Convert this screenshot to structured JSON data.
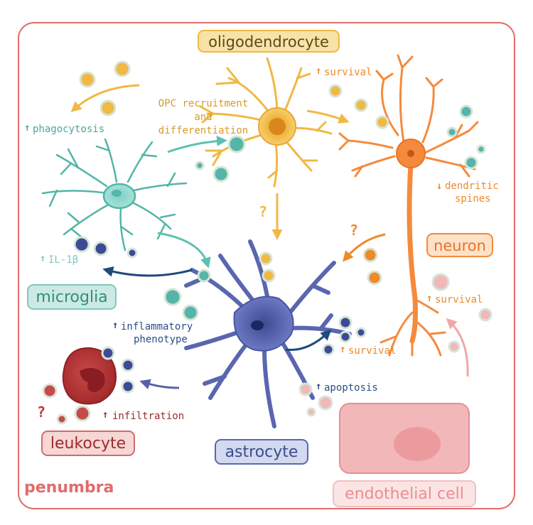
{
  "colors": {
    "border": "#e06c6c",
    "oligodendrocyte": "#f1b843",
    "neuron": "#f58a3c",
    "microglia": "#54b5a8",
    "astrocyte": "#5a66b0",
    "leukocyte": "#b93a3a",
    "endothelial": "#e58f94",
    "penumbra": "#e06c6c"
  },
  "labels": {
    "oligodendrocyte": "oligodendrocyte",
    "neuron": "neuron",
    "microglia": "microglia",
    "astrocyte": "astrocyte",
    "leukocyte": "leukocyte",
    "endothelial": "endothelial cell",
    "region": "penumbra"
  },
  "annotations": {
    "opc_1": "OPC recruitment",
    "opc_2": "and",
    "opc_3": "differentiation",
    "phagocytosis": "phagocytosis",
    "survival_top": "survival",
    "dendritic_1": "dendritic",
    "dendritic_2": "spines",
    "il1b": "IL-1β",
    "inflammatory_1": "inflammatory",
    "inflammatory_2": "phenotype",
    "survival_right": "survival",
    "survival_bottom": "survival",
    "apoptosis": "apoptosis",
    "infiltration": "infiltration",
    "question": "?",
    "up": "↑",
    "down": "↓"
  }
}
